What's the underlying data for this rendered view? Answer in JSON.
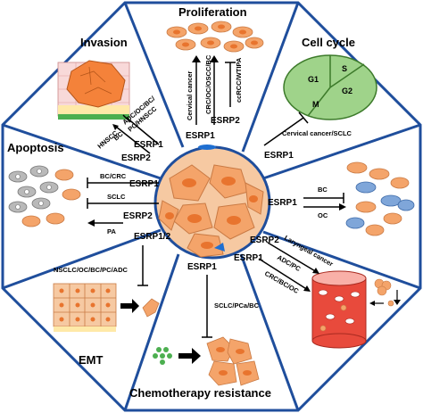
{
  "sections": {
    "proliferation": {
      "title": "Proliferation",
      "labels": [
        "Cervical cancer",
        "CRC/OC/OSCC/BC",
        "ccRCC/WTIPA"
      ],
      "regulator": "ESRP2",
      "regulator_main": "ESRP1"
    },
    "cell_cycle": {
      "title": "Cell cycle",
      "phases": [
        "G1",
        "S",
        "G2",
        "M"
      ],
      "label": "Cervical cancer/SCLC",
      "regulator": "ESRP1"
    },
    "invasion": {
      "title": "Invasion",
      "labels": [
        "ADC/OC/BC/",
        "PC/HNSCC",
        "BC",
        "HNSCC"
      ],
      "regulators": [
        "ESRP1",
        "ESRP2"
      ]
    },
    "apoptosis": {
      "title": "Apoptosis",
      "labels": [
        "BC/CRC",
        "SCLC",
        "PA"
      ],
      "regulators": [
        "ESRP1",
        "ESRP2"
      ]
    },
    "differentiation_right": {
      "labels": [
        "BC",
        "OC"
      ],
      "regulator": "ESRP1"
    },
    "metastasis": {
      "labels": [
        "Laryngeal cancer",
        "ADC/PC",
        "CRC/BC/OC"
      ],
      "regulators": [
        "ESRP2",
        "ESRP1"
      ]
    },
    "emt": {
      "title": "EMT",
      "regulator": "ESRP1/2",
      "label": "NSCLC/OC/BC/PC/ADC"
    },
    "chemoresistance": {
      "title": "Chemotherapy resistance",
      "regulator": "ESRP1",
      "label": "SCLC/PCa/BC"
    }
  },
  "colors": {
    "border": "#1f4e9c",
    "cell_fill": "#f4a46a",
    "cell_nucleus": "#e8742e",
    "blue_cell": "#7fa6d9",
    "grey_cell": "#b9b9b9",
    "red_cell": "#e84a3c",
    "tissue_green": "#4caf50",
    "cycle_green": "#9fd38a"
  }
}
